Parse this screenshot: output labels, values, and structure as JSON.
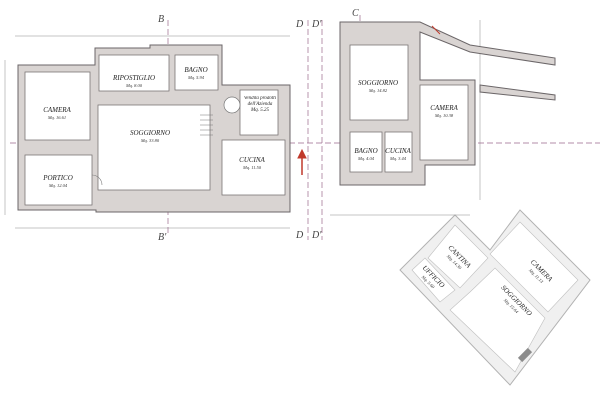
{
  "section_markers": {
    "b": "B",
    "b_prime": "B'",
    "c": "C",
    "d": "D",
    "d_prime": "D'"
  },
  "ground_floor": {
    "rooms": [
      {
        "name": "CAMERA",
        "area": "Mq. 16.61"
      },
      {
        "name": "RIPOSTIGLIO",
        "area": "Mq. 8.00"
      },
      {
        "name": "BAGNO",
        "area": "Mq. 5.94"
      },
      {
        "name": "SOGGIORNO",
        "area": "Mq. 33.80"
      },
      {
        "name": "Vendita prodotti dell'Azienda",
        "area": "Mq. 5.25"
      },
      {
        "name": "CUCINA",
        "area": "Mq. 11.50"
      },
      {
        "name": "PORTICO",
        "area": "Mq. 12.04"
      }
    ]
  },
  "annex": {
    "rooms": [
      {
        "name": "SOGGIORNO",
        "area": "Mq. 14.82"
      },
      {
        "name": "CAMERA",
        "area": "Mq. 10.38"
      },
      {
        "name": "BAGNO",
        "area": "Mq. 4.04"
      },
      {
        "name": "CUCINA",
        "area": "Mq. 3.44"
      }
    ]
  },
  "rotated_plan": {
    "rooms": [
      {
        "name": "CANTINA",
        "area": "Mq. 14.30"
      },
      {
        "name": "UFFICIO",
        "area": "Mq. 5.60"
      },
      {
        "name": "CAMERA",
        "area": "Mq. 11.13"
      },
      {
        "name": "SOGGIORNO",
        "area": "Mq. 15.64"
      }
    ]
  },
  "colors": {
    "wall": "#d9d4d2",
    "section_line": "#9a6a8c",
    "arrow": "#c0392b"
  }
}
